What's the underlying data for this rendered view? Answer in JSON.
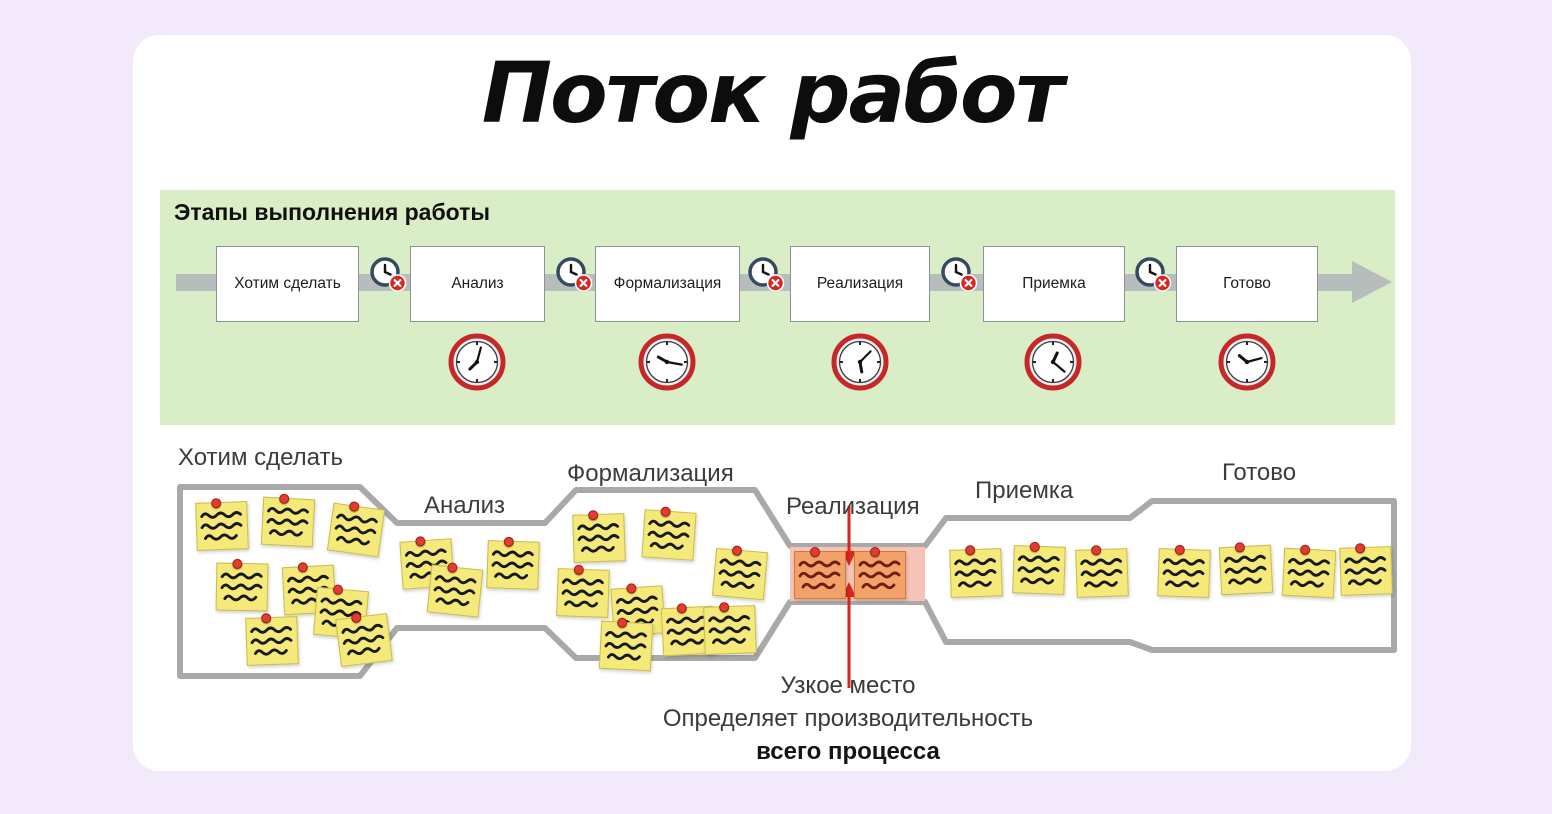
{
  "title": "Поток работ",
  "panel": {
    "header": "Этапы выполнения работы",
    "stages": [
      {
        "label": "Хотим сделать"
      },
      {
        "label": "Анализ"
      },
      {
        "label": "Формализация"
      },
      {
        "label": "Реализация"
      },
      {
        "label": "Приемка"
      },
      {
        "label": "Готово"
      }
    ],
    "separator_icon": "clock-with-error-badge",
    "duration_icon": "analog-clock"
  },
  "flow": {
    "sections": [
      {
        "label": "Хотим сделать",
        "notes": 8,
        "bottleneck": false
      },
      {
        "label": "Анализ",
        "notes": 3,
        "bottleneck": false
      },
      {
        "label": "Формализация",
        "notes": 8,
        "bottleneck": false
      },
      {
        "label": "Реализация",
        "notes": 2,
        "bottleneck": true
      },
      {
        "label": "Приемка",
        "notes": 3,
        "bottleneck": false
      },
      {
        "label": "Готово",
        "notes": 4,
        "bottleneck": false
      }
    ]
  },
  "caption": {
    "line1": "Узкое место",
    "line2": "Определяет производительность",
    "line3": "всего процесса"
  },
  "colors": {
    "background": "#f2e9fa",
    "panel_green": "#d9edc6",
    "note_yellow": "#f5e97a",
    "note_orange": "#f2a269",
    "bottleneck_fill": "#f6c3b9",
    "accent_red": "#d9251d",
    "clock_ring_red": "#c62828",
    "arrow_gray": "#b7bcbc"
  }
}
